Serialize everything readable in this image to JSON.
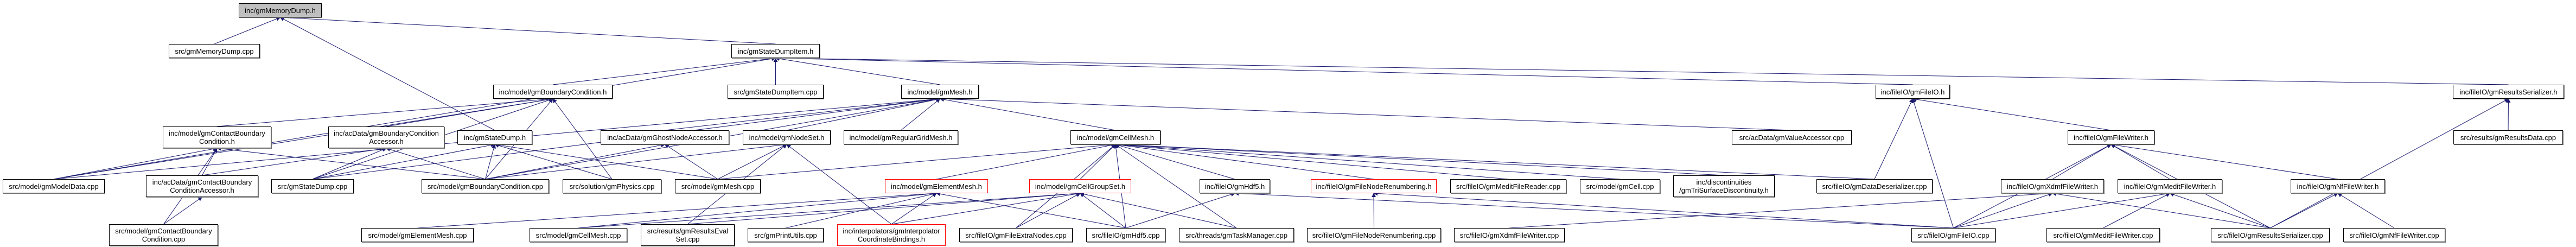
{
  "colors": {
    "edge": "#191970",
    "node_border": "#000000",
    "highlight_fill": "#bfbfbf",
    "incomplete_border": "#ff0000"
  },
  "nodes": [
    {
      "id": "memdump_h",
      "lines": [
        "inc/gmMemoryDump.h"
      ],
      "style": "gray"
    },
    {
      "id": "memdump_cpp",
      "lines": [
        "src/gmMemoryDump.cpp"
      ],
      "style": "normal"
    },
    {
      "id": "sdi_h",
      "lines": [
        "inc/gmStateDumpItem.h"
      ],
      "style": "normal"
    },
    {
      "id": "bc_h",
      "lines": [
        "inc/model/gmBoundaryCondition.h"
      ],
      "style": "normal"
    },
    {
      "id": "sdi_cpp",
      "lines": [
        "src/gmStateDumpItem.cpp"
      ],
      "style": "normal"
    },
    {
      "id": "mesh_h",
      "lines": [
        "inc/model/gmMesh.h"
      ],
      "style": "normal"
    },
    {
      "id": "fileio_h",
      "lines": [
        "inc/fileIO/gmFileIO.h"
      ],
      "style": "normal"
    },
    {
      "id": "rs_h",
      "lines": [
        "inc/fileIO/gmResultsSerializer.h"
      ],
      "style": "normal"
    },
    {
      "id": "cbc_h",
      "lines": [
        "inc/model/gmContactBoundary",
        "Condition.h"
      ],
      "style": "normal"
    },
    {
      "id": "bca_h",
      "lines": [
        "inc/acData/gmBoundaryCondition",
        "Accessor.h"
      ],
      "style": "normal"
    },
    {
      "id": "sd_h",
      "lines": [
        "inc/gmStateDump.h"
      ],
      "style": "normal"
    },
    {
      "id": "gna_h",
      "lines": [
        "inc/acData/gmGhostNodeAccessor.h"
      ],
      "style": "normal"
    },
    {
      "id": "ns_h",
      "lines": [
        "inc/model/gmNodeSet.h"
      ],
      "style": "normal"
    },
    {
      "id": "rgm_h",
      "lines": [
        "inc/model/gmRegularGridMesh.h"
      ],
      "style": "normal"
    },
    {
      "id": "cm_h",
      "lines": [
        "inc/model/gmCellMesh.h"
      ],
      "style": "normal"
    },
    {
      "id": "va_cpp",
      "lines": [
        "src/acData/gmValueAccessor.cpp"
      ],
      "style": "normal"
    },
    {
      "id": "fw_h",
      "lines": [
        "inc/fileIO/gmFileWriter.h"
      ],
      "style": "normal"
    },
    {
      "id": "rd_cpp",
      "lines": [
        "src/results/gmResultsData.cpp"
      ],
      "style": "normal"
    },
    {
      "id": "md_cpp",
      "lines": [
        "src/model/gmModelData.cpp"
      ],
      "style": "normal"
    },
    {
      "id": "cbca_h",
      "lines": [
        "inc/acData/gmContactBoundary",
        "ConditionAccessor.h"
      ],
      "style": "normal"
    },
    {
      "id": "sd_cpp",
      "lines": [
        "src/gmStateDump.cpp"
      ],
      "style": "normal"
    },
    {
      "id": "bc_cpp",
      "lines": [
        "src/model/gmBoundaryCondition.cpp"
      ],
      "style": "normal"
    },
    {
      "id": "phys_cpp",
      "lines": [
        "src/solution/gmPhysics.cpp"
      ],
      "style": "normal"
    },
    {
      "id": "mesh_cpp",
      "lines": [
        "src/model/gmMesh.cpp"
      ],
      "style": "normal"
    },
    {
      "id": "em_h",
      "lines": [
        "inc/model/gmElementMesh.h"
      ],
      "style": "red"
    },
    {
      "id": "cgs_h",
      "lines": [
        "inc/model/gmCellGroupSet.h"
      ],
      "style": "red"
    },
    {
      "id": "hdf5_h",
      "lines": [
        "inc/fileIO/gmHdf5.h"
      ],
      "style": "normal"
    },
    {
      "id": "fnr_h",
      "lines": [
        "inc/fileIO/gmFileNodeRenumbering.h"
      ],
      "style": "red"
    },
    {
      "id": "mfr_cpp",
      "lines": [
        "src/fileIO/gmMeditFileReader.cpp"
      ],
      "style": "normal"
    },
    {
      "id": "cell_cpp",
      "lines": [
        "src/model/gmCell.cpp"
      ],
      "style": "normal"
    },
    {
      "id": "tsd_h",
      "lines": [
        "inc/discontinuities",
        "/gmTriSurfaceDiscontinuity.h"
      ],
      "style": "normal"
    },
    {
      "id": "dd_cpp",
      "lines": [
        "src/fileIO/gmDataDeserializer.cpp"
      ],
      "style": "normal"
    },
    {
      "id": "xfw_h",
      "lines": [
        "inc/fileIO/gmXdmfFileWriter.h"
      ],
      "style": "normal"
    },
    {
      "id": "mfw_h",
      "lines": [
        "inc/fileIO/gmMeditFileWriter.h"
      ],
      "style": "normal"
    },
    {
      "id": "nfw_h",
      "lines": [
        "inc/fileIO/gmNfFileWriter.h"
      ],
      "style": "normal"
    },
    {
      "id": "cbc_cpp",
      "lines": [
        "src/model/gmContactBoundary",
        "Condition.cpp"
      ],
      "style": "normal"
    },
    {
      "id": "em_cpp",
      "lines": [
        "src/model/gmElementMesh.cpp"
      ],
      "style": "normal"
    },
    {
      "id": "cm_cpp",
      "lines": [
        "src/model/gmCellMesh.cpp"
      ],
      "style": "normal"
    },
    {
      "id": "res_cpp",
      "lines": [
        "src/results/gmResultsEval",
        "Set.cpp"
      ],
      "style": "normal"
    },
    {
      "id": "pu_cpp",
      "lines": [
        "src/gmPrintUtils.cpp"
      ],
      "style": "normal"
    },
    {
      "id": "icb_h",
      "lines": [
        "inc/interpolators/gmInterpolator",
        "CoordinateBindings.h"
      ],
      "style": "red"
    },
    {
      "id": "fen_cpp",
      "lines": [
        "src/fileIO/gmFileExtraNodes.cpp"
      ],
      "style": "normal"
    },
    {
      "id": "hdf5_cpp",
      "lines": [
        "src/fileIO/gmHdf5.cpp"
      ],
      "style": "normal"
    },
    {
      "id": "tm_cpp",
      "lines": [
        "src/threads/gmTaskManager.cpp"
      ],
      "style": "normal"
    },
    {
      "id": "fnr_cpp",
      "lines": [
        "src/fileIO/gmFileNodeRenumbering.cpp"
      ],
      "style": "normal"
    },
    {
      "id": "xfw_cpp",
      "lines": [
        "src/fileIO/gmXdmfFileWriter.cpp"
      ],
      "style": "normal"
    },
    {
      "id": "fio_cpp",
      "lines": [
        "src/fileIO/gmFileIO.cpp"
      ],
      "style": "normal"
    },
    {
      "id": "mfw_cpp",
      "lines": [
        "src/fileIO/gmMeditFileWriter.cpp"
      ],
      "style": "normal"
    },
    {
      "id": "rs_cpp",
      "lines": [
        "src/fileIO/gmResultsSerializer.cpp"
      ],
      "style": "normal"
    },
    {
      "id": "nfw_cpp",
      "lines": [
        "src/fileIO/gmNfFileWriter.cpp"
      ],
      "style": "normal"
    }
  ],
  "edges": [
    [
      "memdump_cpp",
      "memdump_h"
    ],
    [
      "sd_h",
      "memdump_h"
    ],
    [
      "sdi_h",
      "memdump_h"
    ],
    [
      "bc_h",
      "sdi_h"
    ],
    [
      "sdi_cpp",
      "sdi_h"
    ],
    [
      "mesh_h",
      "sdi_h"
    ],
    [
      "fileio_h",
      "sdi_h"
    ],
    [
      "rs_h",
      "sdi_h"
    ],
    [
      "md_cpp",
      "sdi_h"
    ],
    [
      "cbc_h",
      "bc_h"
    ],
    [
      "bca_h",
      "bc_h"
    ],
    [
      "md_cpp",
      "bc_h"
    ],
    [
      "bc_cpp",
      "bc_h"
    ],
    [
      "phys_cpp",
      "bc_h"
    ],
    [
      "sd_cpp",
      "bc_h"
    ],
    [
      "md_cpp",
      "mesh_h"
    ],
    [
      "rgm_h",
      "mesh_h"
    ],
    [
      "cm_h",
      "mesh_h"
    ],
    [
      "ns_h",
      "mesh_h"
    ],
    [
      "gna_h",
      "mesh_h"
    ],
    [
      "va_cpp",
      "mesh_h"
    ],
    [
      "sd_cpp",
      "mesh_h"
    ],
    [
      "bc_cpp",
      "mesh_h"
    ],
    [
      "md_cpp",
      "cbc_h"
    ],
    [
      "cbca_h",
      "cbc_h"
    ],
    [
      "cbc_cpp",
      "cbc_h"
    ],
    [
      "bc_cpp",
      "cbc_h"
    ],
    [
      "cbca_h",
      "bca_h"
    ],
    [
      "sd_cpp",
      "bca_h"
    ],
    [
      "bc_cpp",
      "bca_h"
    ],
    [
      "cbc_cpp",
      "cbca_h"
    ],
    [
      "sd_cpp",
      "sd_h"
    ],
    [
      "bc_cpp",
      "sd_h"
    ],
    [
      "mesh_cpp",
      "sd_h"
    ],
    [
      "phys_cpp",
      "sd_h"
    ],
    [
      "mesh_cpp",
      "gna_h"
    ],
    [
      "bc_cpp",
      "gna_h"
    ],
    [
      "mesh_cpp",
      "ns_h"
    ],
    [
      "res_cpp",
      "ns_h"
    ],
    [
      "icb_h",
      "ns_h"
    ],
    [
      "bc_cpp",
      "ns_h"
    ],
    [
      "em_h",
      "cm_h"
    ],
    [
      "cgs_h",
      "cm_h"
    ],
    [
      "fen_cpp",
      "cm_h"
    ],
    [
      "tm_cpp",
      "cm_h"
    ],
    [
      "hdf5_cpp",
      "cm_h"
    ],
    [
      "hdf5_h",
      "cm_h"
    ],
    [
      "fnr_h",
      "cm_h"
    ],
    [
      "mfr_cpp",
      "cm_h"
    ],
    [
      "cell_cpp",
      "cm_h"
    ],
    [
      "tsd_h",
      "cm_h"
    ],
    [
      "dd_cpp",
      "cm_h"
    ],
    [
      "mesh_cpp",
      "cm_h"
    ],
    [
      "em_cpp",
      "em_h"
    ],
    [
      "cm_cpp",
      "em_h"
    ],
    [
      "icb_h",
      "em_h"
    ],
    [
      "pu_cpp",
      "em_h"
    ],
    [
      "hdf5_cpp",
      "em_h"
    ],
    [
      "icb_h",
      "cgs_h"
    ],
    [
      "cm_cpp",
      "cgs_h"
    ],
    [
      "fen_cpp",
      "cgs_h"
    ],
    [
      "hdf5_cpp",
      "cgs_h"
    ],
    [
      "tm_cpp",
      "cgs_h"
    ],
    [
      "res_cpp",
      "cgs_h"
    ],
    [
      "hdf5_cpp",
      "hdf5_h"
    ],
    [
      "fio_cpp",
      "hdf5_h"
    ],
    [
      "fnr_cpp",
      "fnr_h"
    ],
    [
      "fio_cpp",
      "fnr_h"
    ],
    [
      "fio_cpp",
      "fileio_h"
    ],
    [
      "fw_h",
      "fileio_h"
    ],
    [
      "dd_cpp",
      "fileio_h"
    ],
    [
      "xfw_h",
      "fw_h"
    ],
    [
      "mfw_h",
      "fw_h"
    ],
    [
      "nfw_h",
      "fw_h"
    ],
    [
      "fio_cpp",
      "fw_h"
    ],
    [
      "rs_cpp",
      "fw_h"
    ],
    [
      "fio_cpp",
      "xfw_h"
    ],
    [
      "xfw_cpp",
      "xfw_h"
    ],
    [
      "rs_cpp",
      "xfw_h"
    ],
    [
      "fio_cpp",
      "mfw_h"
    ],
    [
      "mfw_cpp",
      "mfw_h"
    ],
    [
      "rs_cpp",
      "mfw_h"
    ],
    [
      "rs_cpp",
      "nfw_h"
    ],
    [
      "nfw_cpp",
      "nfw_h"
    ],
    [
      "rd_cpp",
      "rs_h"
    ],
    [
      "rs_cpp",
      "rs_h"
    ]
  ]
}
